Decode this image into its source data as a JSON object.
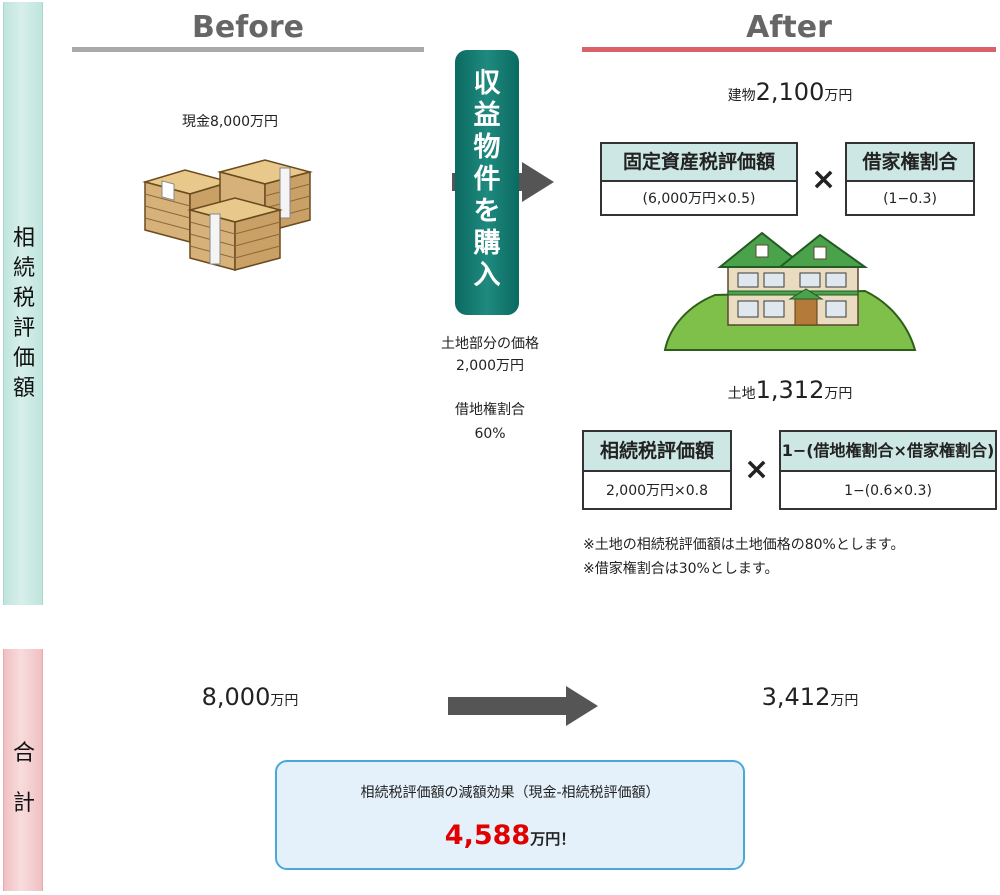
{
  "sidebar": {
    "top_label_chars": [
      "相",
      "続",
      "税",
      "評",
      "価",
      "額"
    ],
    "bottom_label_chars": [
      "合",
      "計"
    ]
  },
  "before": {
    "header": "Before",
    "cash_label": "現金8,000万円"
  },
  "purchase_pill_chars": [
    "収",
    "益",
    "物",
    "件",
    "を",
    "購",
    "入"
  ],
  "land_info": {
    "price_label": "土地部分の価格",
    "price_value": "2,000万円",
    "lease_label": "借地権割合",
    "lease_value": "60%"
  },
  "after": {
    "header": "After",
    "building": {
      "prefix": "建物",
      "value": "2,100",
      "unit": "万円"
    },
    "fixed_asset_box": {
      "title": "固定資産税評価額",
      "formula": "(6,000万円×0.5)"
    },
    "tenant_right_box": {
      "title": "借家権割合",
      "formula": "(1−0.3)"
    },
    "times_symbol": "×",
    "land": {
      "prefix": "土地",
      "value": "1,312",
      "unit": "万円"
    },
    "inheritance_box": {
      "title": "相続税評価額",
      "formula": "2,000万円×0.8"
    },
    "ratio_box": {
      "title": "1−(借地権割合×借家権割合)",
      "formula": "1−(0.6×0.3)"
    },
    "note1": "※土地の相続税評価額は土地価格の80%とします。",
    "note2": "※借家権割合は30%とします。"
  },
  "totals": {
    "before_value": "8,000",
    "before_unit": "万円",
    "after_value": "3,412",
    "after_unit": "万円"
  },
  "result": {
    "caption": "相続税評価額の減額効果（現金-相続税評価額）",
    "value": "4,588",
    "unit": "万円！"
  },
  "colors": {
    "teal_bar": "#bfe5dd",
    "pink_bar": "#f0c0c2",
    "before_line": "#a9a9a9",
    "after_line": "#d9626a",
    "pill": "#0b6a61",
    "arrow": "#555555",
    "result_value": "#e00000",
    "result_border": "#4aa8d8",
    "box_head": "#cde7e4"
  }
}
